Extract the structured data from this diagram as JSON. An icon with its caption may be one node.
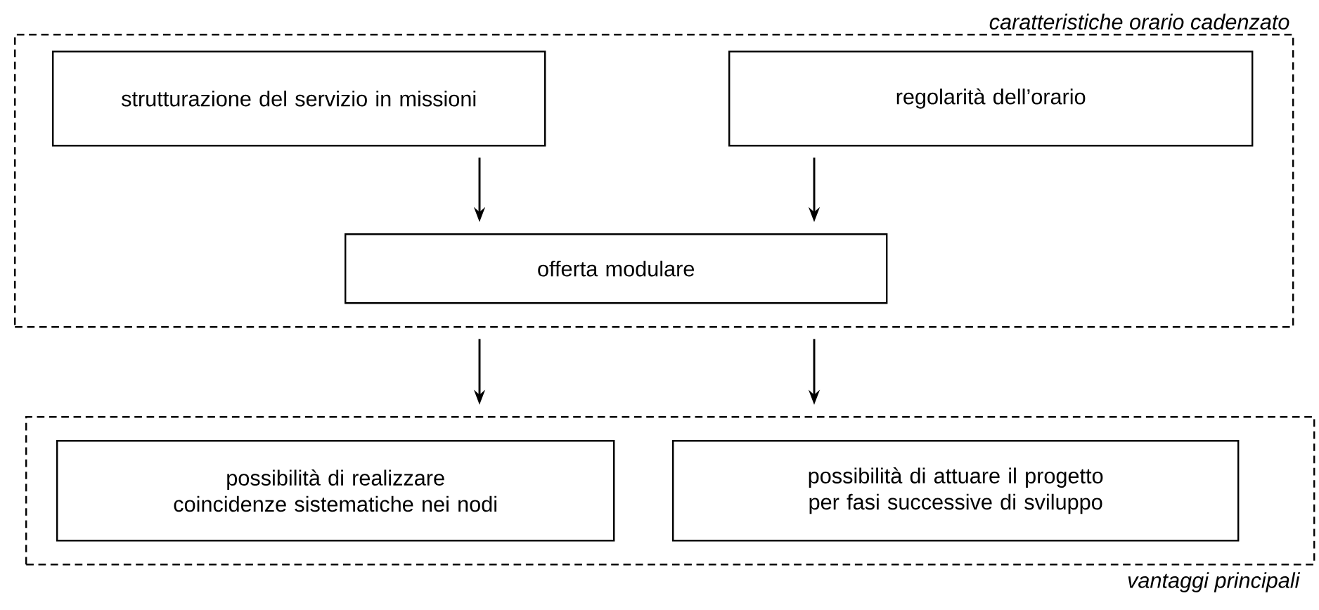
{
  "diagram": {
    "nodes": [
      {
        "text": [
          "caratteristiche orario cadenzato"
        ]
      },
      {
        "text": [
          "strutturazione del servizio in missioni"
        ],
        "in": 0
      },
      {
        "text": [
          "regolarità dell’orario"
        ],
        "in": 0
      },
      {
        "text": [
          "offerta modulare"
        ],
        "in": 0
      },
      {
        "text": [
          "vantaggi principali"
        ]
      },
      {
        "text": [
          "possibilità di realizzare coincidenze sistematiche nei nodi"
        ],
        "in": 4
      },
      {
        "text": [
          "possibilità di attuare il progetto per fasi successive di sviluppo"
        ],
        "in": 4
      }
    ],
    "edges": [
      {
        "from": 1,
        "to": 3,
        "arrow": "to"
      },
      {
        "from": 2,
        "to": 3,
        "arrow": "to"
      },
      {
        "from": 0,
        "to": 4,
        "arrow": "to"
      },
      {
        "from": 0,
        "to": 4,
        "arrow": "to"
      }
    ]
  }
}
